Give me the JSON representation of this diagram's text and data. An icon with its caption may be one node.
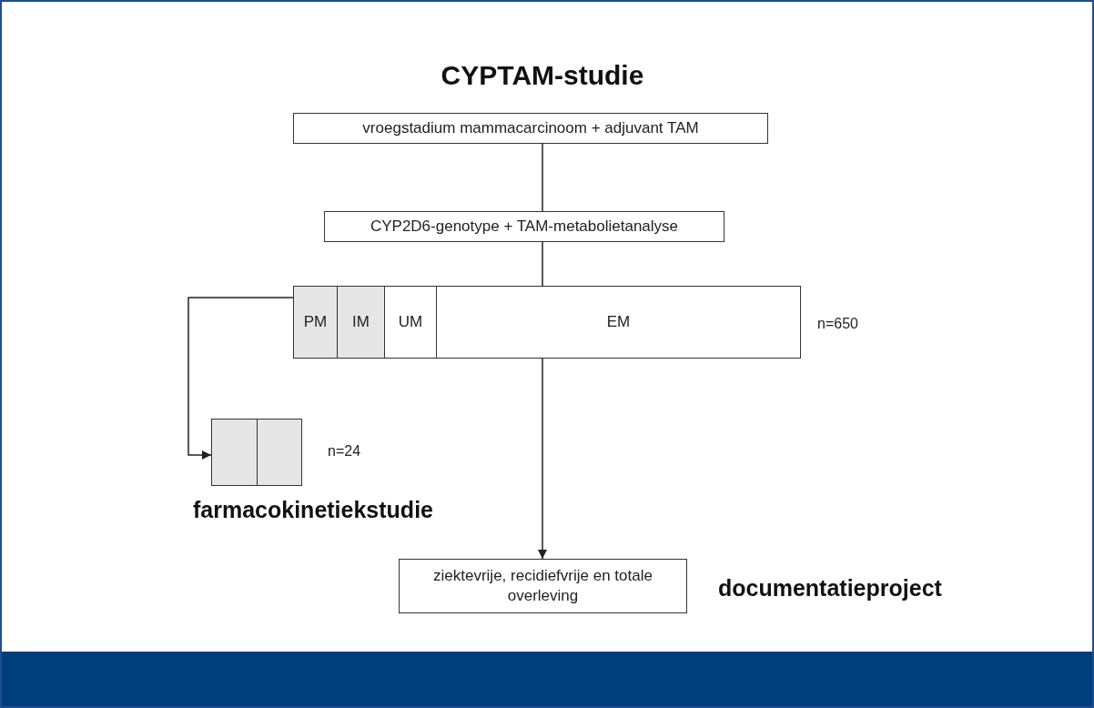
{
  "diagram": {
    "title": "CYPTAM-studie",
    "nodes": [
      {
        "text": [
          "vroegstadium mammacarcinoom + adjuvant TAM"
        ]
      },
      {
        "text": [
          "CYP2D6-genotype + TAM-metabolietanalyse"
        ]
      },
      {
        "text": [],
        "shape": "box",
        "beside": [
          "n=650"
        ]
      },
      {
        "text": [
          "PM"
        ],
        "in": 2
      },
      {
        "text": [
          "IM"
        ],
        "in": 2
      },
      {
        "text": [
          "UM"
        ],
        "in": 2
      },
      {
        "text": [
          "EM"
        ],
        "in": 2
      },
      {
        "text": [
          "farmacokinetiekstudie"
        ],
        "beside": [
          "n=24"
        ]
      },
      {
        "text": [],
        "shape": "box",
        "in": 7
      },
      {
        "text": [],
        "shape": "box",
        "in": 7
      },
      {
        "text": [
          "ziektevrije, recidiefvrije en totale overleving"
        ],
        "beside": [
          "documentatieproject"
        ]
      }
    ],
    "edges": [
      {
        "from": 0,
        "to": 1,
        "arrow": "none"
      },
      {
        "from": 1,
        "to": 2,
        "arrow": "none"
      },
      {
        "from": 2,
        "to": 10,
        "arrow": "to"
      },
      {
        "from": 3,
        "to": 7,
        "arrow": "to"
      }
    ]
  }
}
